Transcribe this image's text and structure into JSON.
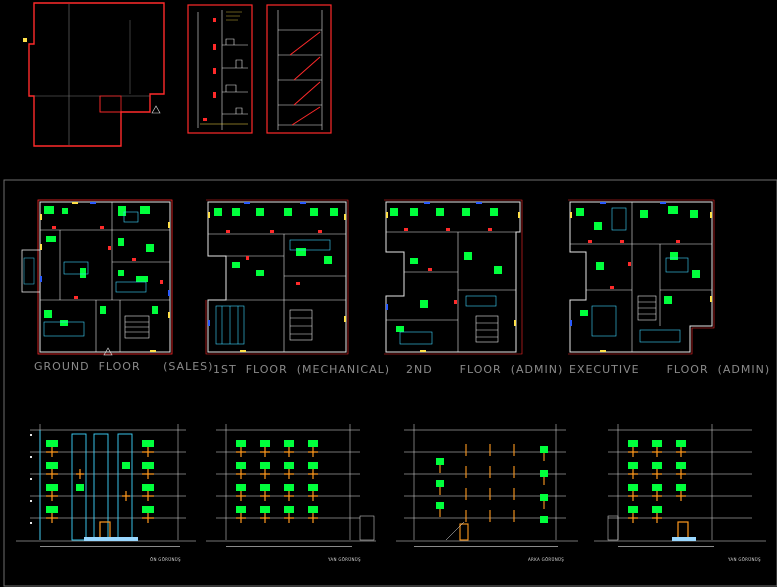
{
  "floor_labels": {
    "ground": "GROUND  FLOOR     (SALES)",
    "first": "1ST  FLOOR  (MECHANICAL)",
    "second": "2ND      FLOOR  (ADMIN)",
    "executive": "EXECUTIVE      FLOOR  (ADMIN)"
  },
  "elevation_labels": {
    "e1": "ÖN GÖRÜNÜŞ",
    "e2": "YAN GÖRÜNÜŞ",
    "e3": "ARKA GÖRÜNÜŞ",
    "e4": "YAN GÖRÜNÜŞ"
  },
  "colors": {
    "background": "#000000",
    "section_border": "#6e6e6e",
    "wall_red": "#ff2a2a",
    "white_line": "#e6e6e6",
    "furniture_green": "#00ff3c",
    "cyan": "#3fd6ff",
    "blue": "#2a5bff",
    "yellow": "#ffe14a",
    "orange": "#ff9a1f",
    "glazing": "#9ad8ff",
    "label_grey": "#8a8a8a"
  }
}
